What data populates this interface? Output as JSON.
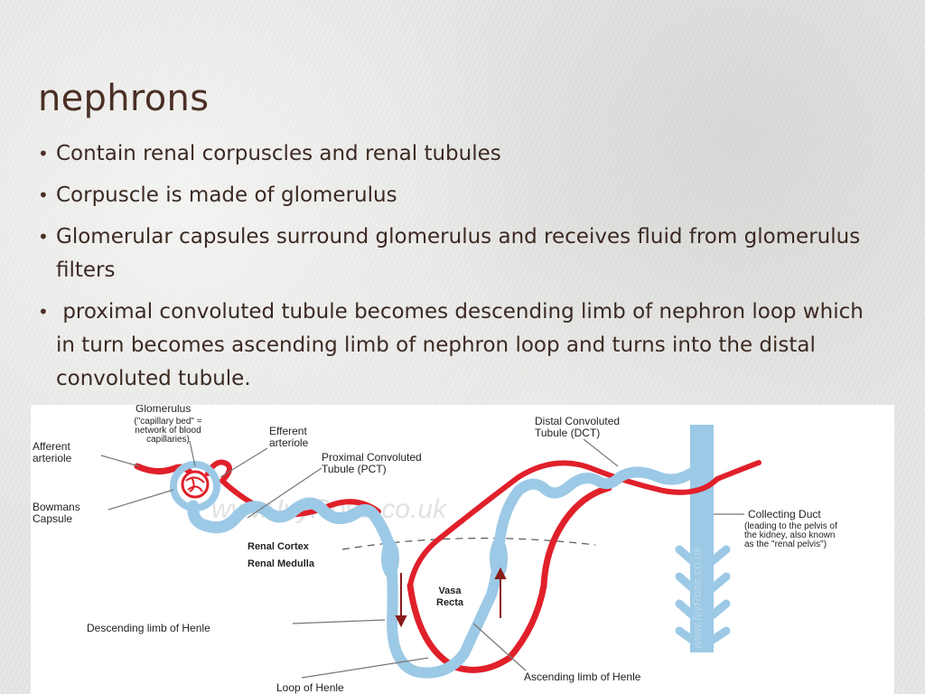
{
  "slide": {
    "title": "nephrons",
    "bullets": [
      "Contain renal corpuscles and renal tubules",
      "Corpuscle is made of glomerulus",
      "Glomerular capsules surround glomerulus and receives fluid from glomerulus filters",
      " proximal convoluted tubule becomes descending limb of nephron loop which in turn becomes ascending limb of nephron loop and turns into the distal convoluted tubule."
    ]
  },
  "diagram": {
    "labels": {
      "glomerulus": "Glomerulus",
      "glomerulus_note": [
        "(\"capillary bed\" =",
        "network of blood",
        "capillaries)"
      ],
      "afferent": [
        "Afferent",
        "arteriole"
      ],
      "efferent": [
        "Efferent",
        "arteriole"
      ],
      "pct": [
        "Proximal Convoluted",
        "Tubule (PCT)"
      ],
      "dct": [
        "Distal Convoluted",
        "Tubule (DCT)"
      ],
      "bowmans": [
        "Bowmans",
        "Capsule"
      ],
      "renal_cortex": "Renal Cortex",
      "renal_medulla": "Renal Medulla",
      "vasa_recta": [
        "Vasa",
        "Recta"
      ],
      "collecting_duct": "Collecting Duct",
      "collecting_duct_note": [
        "(leading to the pelvis of",
        "the kidney, also known",
        "as the \"renal pelvis\")"
      ],
      "descending": "Descending limb of Henle",
      "loop": "Loop of Henle",
      "ascending": "Ascending limb of Henle"
    },
    "watermark": "www.IvyRose.co.uk",
    "watermark_vertical": "www.IvyRose.co.uk",
    "colors": {
      "blood_vessel": "#e0202a",
      "tubule": "#9cc9e6",
      "arrow": "#8b1a1a",
      "text": "#3b2a22"
    }
  }
}
